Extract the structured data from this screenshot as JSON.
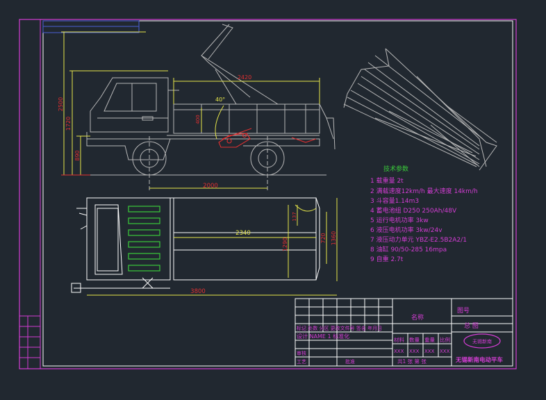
{
  "colors": {
    "background": "#212830",
    "frame": "#ffffff",
    "magenta": "#d43dd4",
    "yellow": "#e6e64a",
    "red": "#e23030",
    "green": "#3acb3a",
    "gray": "#b8b8b8",
    "blue": "#4a5fd8"
  },
  "dimensions": {
    "side_height_total": "2500",
    "side_height_cab": "1720",
    "side_height_low": "890",
    "wheelbase": "2000",
    "bed_width_top": "2420",
    "tilt_angle": "40°",
    "box_height": "400",
    "top_bed_length": "2340",
    "top_overall_length": "3800",
    "top_width_inner": "1290",
    "top_width_mid": "720",
    "top_width_outer": "1360",
    "top_small": "137"
  },
  "tech": {
    "title": "技术参数",
    "items": [
      "1  载重量 2t",
      "2  满载速度12km/h  最大速度 14km/h",
      "3  斗容量1.14m3",
      "4  蓄电池组 D250  250Ah/48V",
      "5  运行电机功率 3kw",
      "6  液压电机功率 3kw/24v",
      "7  液压动力单元 YBZ-E2.5B2A2/1",
      "8  油缸 90/50-285  16mpa",
      "9  自重 2.7t"
    ]
  },
  "title_block": {
    "name_label": "名称",
    "drawing_no_label": "图号",
    "drawing_name": "总  图",
    "revision_header": "标记 处数 分区 更改文件号 签名 年月日",
    "design_row": "设计  NAME 1  标准化",
    "material_headers": [
      "材料",
      "数量",
      "重量",
      "比例"
    ],
    "material_values": [
      "XXX",
      "XXX",
      "XXX",
      "XXX"
    ],
    "review": "审核",
    "process": "工艺",
    "approve": "批准",
    "sheets": "共1  张  第    张",
    "company": "无锡新南电动平车",
    "logo": "无锡新南"
  }
}
